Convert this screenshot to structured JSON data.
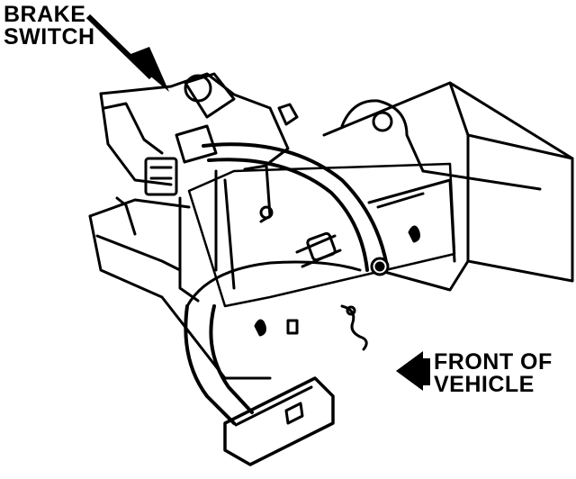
{
  "labels": {
    "brake_switch": [
      "BRAKE",
      "SWITCH"
    ],
    "front_of_vehicle": [
      "FRONT OF",
      "VEHICLE"
    ]
  },
  "colors": {
    "ink": "#000000",
    "paper": "#ffffff"
  }
}
